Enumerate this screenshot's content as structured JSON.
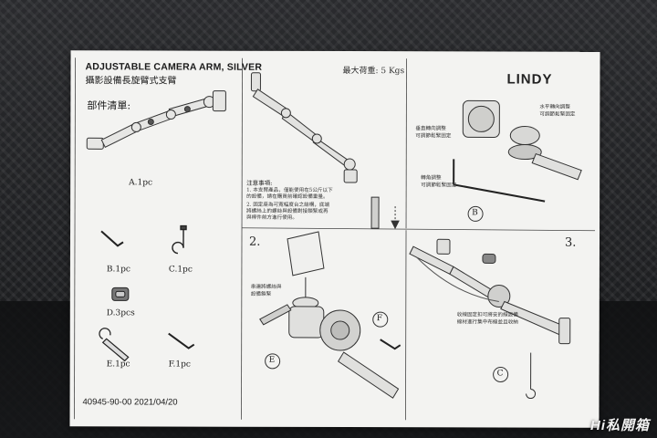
{
  "image": {
    "title_en": "ADJUSTABLE CAMERA ARM, SILVER",
    "title_zh": "攝影設備長旋臂式支臂",
    "parts_heading": "部件清單:",
    "max_load": "最大荷重: 5 Kgs",
    "brand": "LINDY",
    "parts": [
      {
        "label": "A.1pc"
      },
      {
        "label": "B.1pc"
      },
      {
        "label": "C.1pc"
      },
      {
        "label": "D.3pcs"
      },
      {
        "label": "E.1pc"
      },
      {
        "label": "F.1pc"
      }
    ],
    "steps": [
      "2.",
      "3."
    ],
    "notes_title": "注意事項:",
    "notes": [
      "1.  本支臂產品，僅能使用在5公斤以下",
      "    的設備，請在購買前確認設備重量。",
      "2.  固定座為可寬幅度台之結構，底端",
      "    將螺絲上的螺絲與設備對接鎖緊或再",
      "    與桿件前方進行使用。"
    ],
    "annotations": {
      "h_adjust": "水平轉向調整\n可調節鬆緊固定",
      "v_adjust": "垂直轉向調整\n可調節鬆緊固定",
      "pivot_adjust": "轉角調整\n可調節鬆緊固定",
      "screw_note": "串連將螺絲與\n設備鎖緊",
      "cable_note": "收線固定扣可將安的線設備\n線材進行集中布線並且收納"
    },
    "callouts": [
      "B",
      "E",
      "F",
      "C"
    ],
    "footer_code": "40945-90-00  2021/04/20",
    "watermark": "Hi私開箱"
  }
}
